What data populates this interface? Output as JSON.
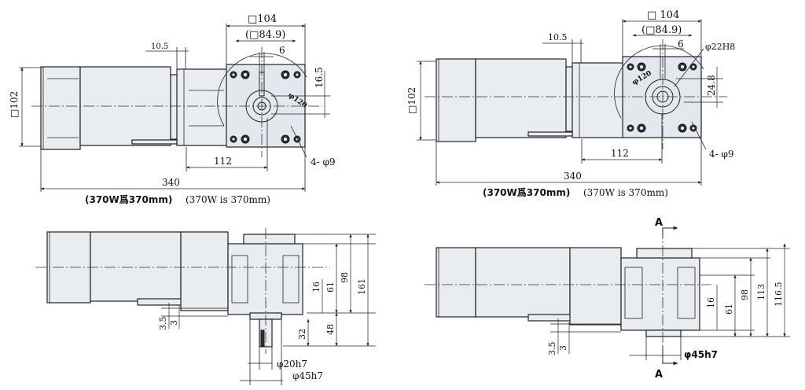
{
  "view_top_left": {
    "dims": {
      "square_104": "□104",
      "pcd_84_9": "(□84.9)",
      "key_6": "6",
      "offset_10_5": "10.5",
      "shaft_height_16_5": "16.5",
      "body_102": "□102",
      "pcd_120": "φ120",
      "length_112": "112",
      "holes": "4- φ9",
      "total_340": "340"
    },
    "caption_cn": "(370W爲370mm)",
    "caption_en": "(370W is 370mm)"
  },
  "view_top_right": {
    "dims": {
      "square_104": "□ 104",
      "pcd_84_9": "(□84.9)",
      "key_6": "6",
      "bore_22h8": "φ22H8",
      "offset_10_5": "10.5",
      "bore_depth_24_8": "24.8",
      "body_102": "□102",
      "pcd_120": "φ120",
      "length_112": "112",
      "holes": "4- φ9",
      "total_340": "340"
    },
    "caption_cn": "(370W爲370mm)",
    "caption_en": "(370W is 370mm)"
  },
  "view_bottom_left": {
    "dims": {
      "d16": "16",
      "d61": "61",
      "d98": "98",
      "d161": "161",
      "d48": "48",
      "d32": "32",
      "d3_5": "3.5",
      "d3": "3",
      "shaft_20h7": "φ20h7",
      "shaft_45h7": "φ45h7"
    }
  },
  "view_bottom_right": {
    "dims": {
      "section_a_top": "A",
      "section_a_bottom": "A",
      "d16": "16",
      "d61": "61",
      "d98": "98",
      "d113": "113",
      "d116_5": "116.5",
      "d3_5": "3.5",
      "d3": "3",
      "boss_45h7": "φ45h7"
    }
  }
}
